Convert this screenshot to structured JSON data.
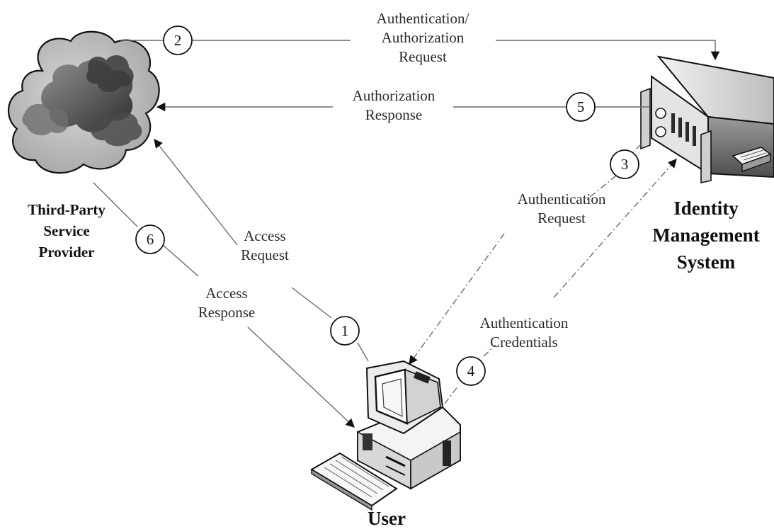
{
  "nodes": {
    "service_provider": [
      "Third-Party",
      "Service",
      "Provider"
    ],
    "identity_system": [
      "Identity",
      "Management",
      "System"
    ],
    "user": "User"
  },
  "steps": [
    {
      "number": "1",
      "lines": [
        "Access",
        "Request"
      ]
    },
    {
      "number": "2",
      "lines": [
        "Authentication/",
        "Authorization",
        "Request"
      ]
    },
    {
      "number": "3",
      "lines": [
        "Authentication",
        "Request"
      ]
    },
    {
      "number": "4",
      "lines": [
        "Authentication",
        "Credentials"
      ]
    },
    {
      "number": "5",
      "lines": [
        "Authorization",
        "Response"
      ]
    },
    {
      "number": "6",
      "lines": [
        "Access",
        "Response"
      ]
    }
  ]
}
